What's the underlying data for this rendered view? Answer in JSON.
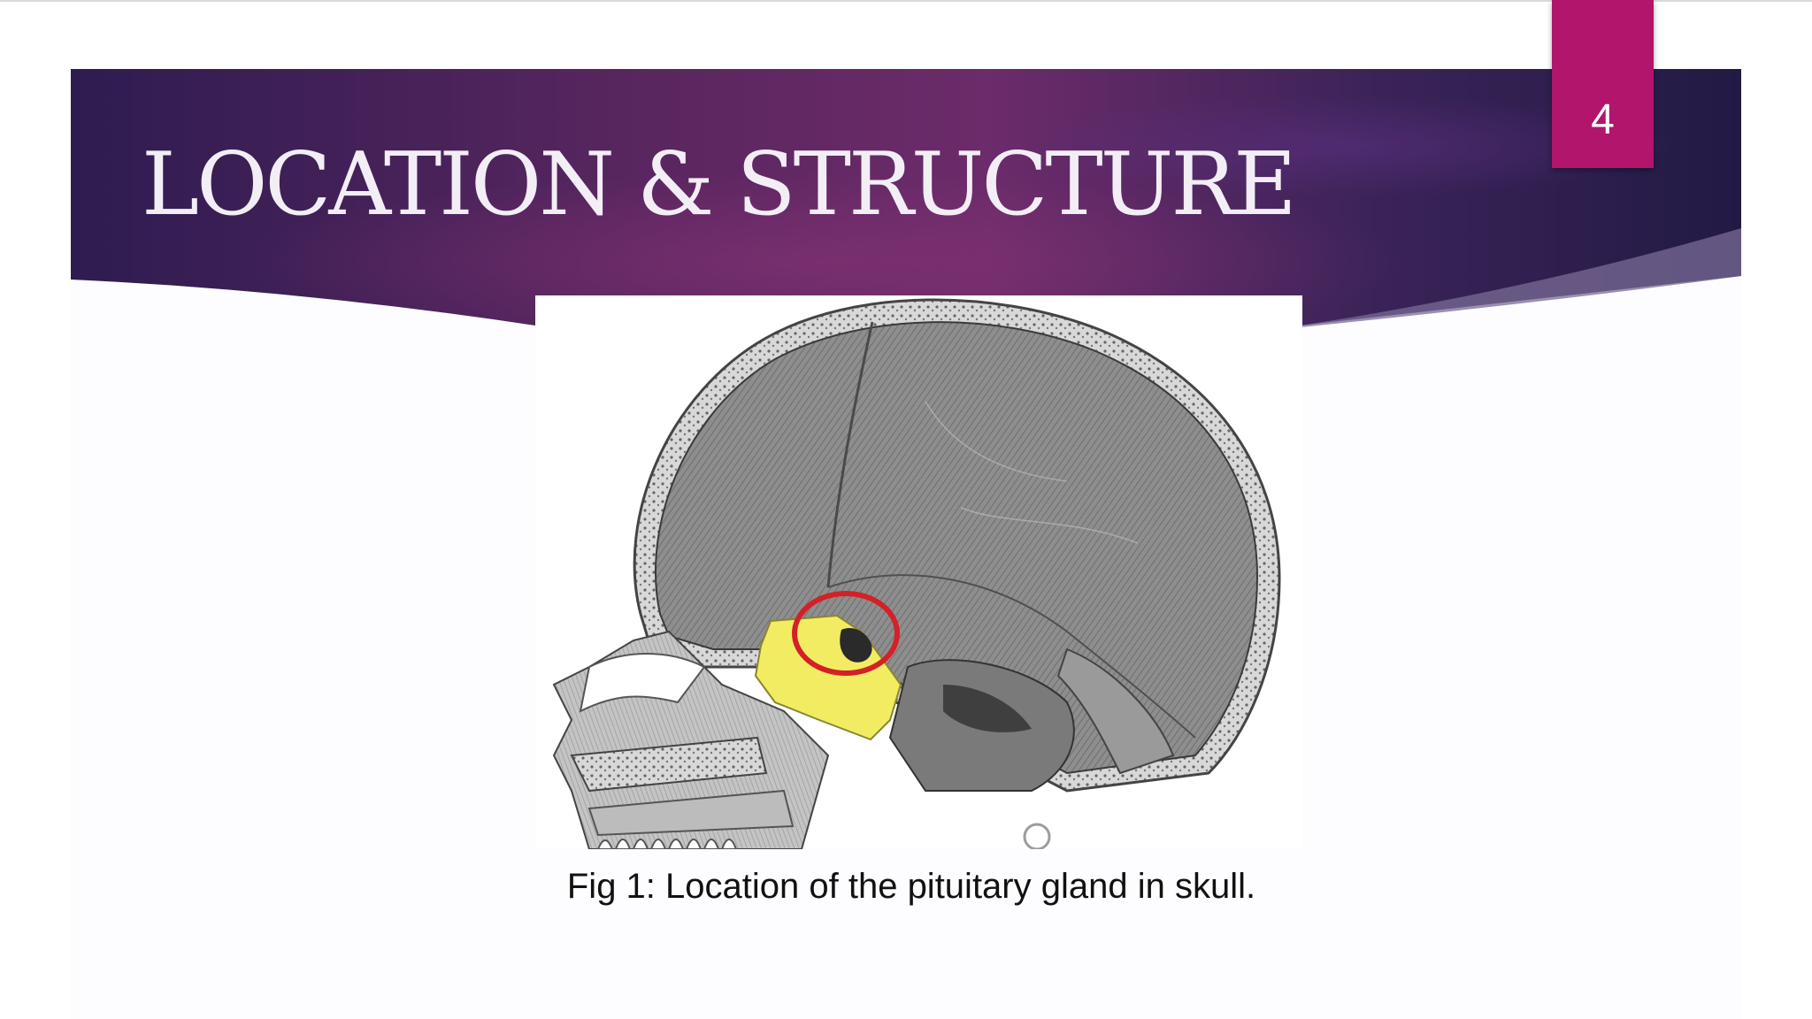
{
  "slide": {
    "title": "LOCATION & STRUCTURE",
    "page_number": "4",
    "figure_caption": "Fig 1:  Location of the pituitary gland in skull."
  },
  "figure": {
    "subject": "sagittal-skull-section",
    "highlight_color": "#f2ec63",
    "marker_color": "#d42027"
  },
  "theme": {
    "banner_dark": "#2a1b4e",
    "banner_mid": "#6a2a68",
    "badge_color": "#b1156c",
    "title_color": "#f3eef6"
  }
}
